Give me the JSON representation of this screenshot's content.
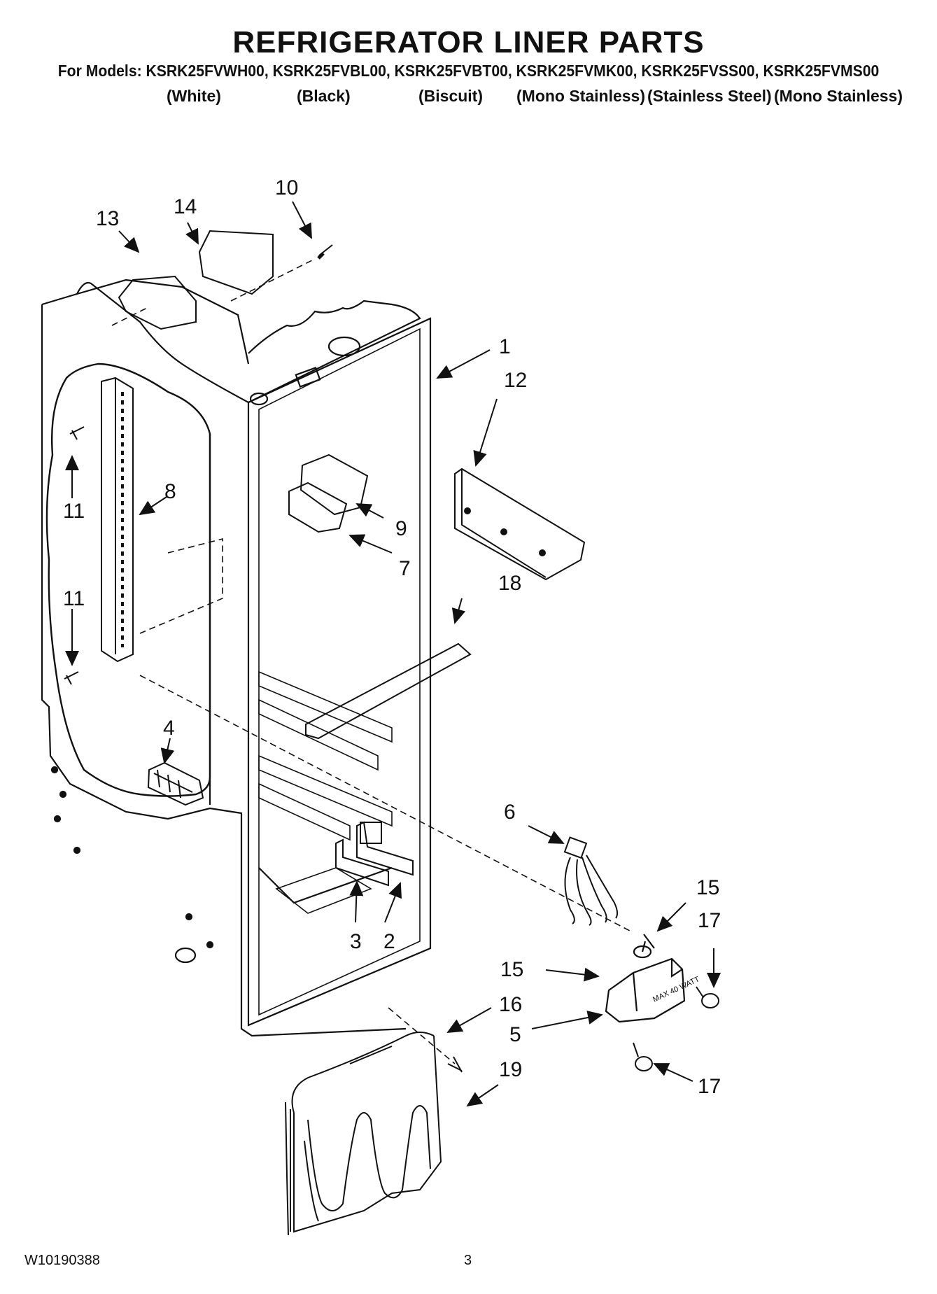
{
  "header": {
    "title": "REFRIGERATOR LINER PARTS",
    "models_line": "For Models: KSRK25FVWH00, KSRK25FVBL00, KSRK25FVBT00, KSRK25FVMK00, KSRK25FVSS00, KSRK25FVMS00",
    "colors": [
      "(White)",
      "(Black)",
      "(Biscuit)",
      "(Mono Stainless)",
      "(Stainless Steel)",
      "(Mono Stainless)"
    ]
  },
  "diagram": {
    "callouts": [
      "1",
      "2",
      "3",
      "4",
      "5",
      "6",
      "7",
      "8",
      "9",
      "10",
      "11",
      "11",
      "12",
      "13",
      "14",
      "15",
      "15",
      "16",
      "17",
      "17",
      "18",
      "19"
    ],
    "part_label": "MAX 40 WATT"
  },
  "footer": {
    "doc_number": "W10190388",
    "page_number": "3"
  }
}
